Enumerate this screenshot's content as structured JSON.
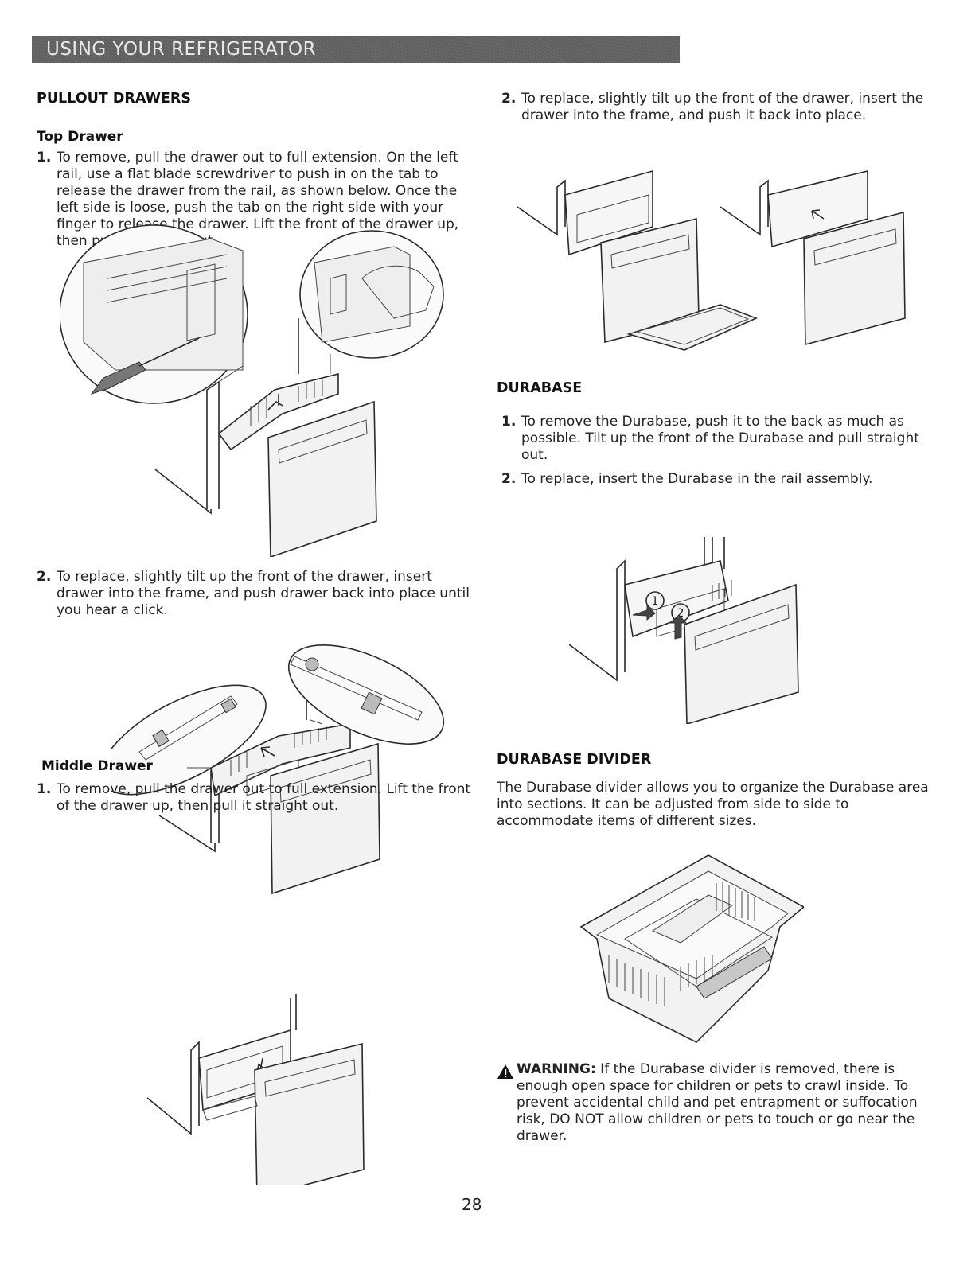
{
  "header": {
    "banner": "USING YOUR REFRIGERATOR"
  },
  "left": {
    "section_title": "PULLOUT DRAWERS",
    "top_drawer": {
      "title": "Top Drawer",
      "step1_num": "1.",
      "step1": "To remove, pull the drawer out to full extension. On the left rail, use a flat blade screwdriver to push in on the tab to release the drawer from the rail, as shown below. Once the left side is loose, push the tab on the right side with your finger to release the drawer. Lift the front of the drawer up, then pull it straight out.",
      "step2_num": "2.",
      "step2": "To replace, slightly tilt up the front of the drawer, insert drawer into the frame, and push drawer back into place until you hear a click."
    },
    "middle_drawer": {
      "title": "Middle Drawer",
      "step1_num": "1.",
      "step1": "To remove, pull the drawer out to full extension. Lift the front of the drawer up, then pull it straight out."
    }
  },
  "right": {
    "middle_step2_num": "2.",
    "middle_step2": "To replace, slightly tilt up the front of the drawer, insert the drawer into the frame, and push it back into place.",
    "durabase": {
      "title": "DURABASE",
      "step1_num": "1.",
      "step1": "To remove the Durabase, push it to the back as much as possible. Tilt up the front of the Durabase and pull straight out.",
      "step2_num": "2.",
      "step2": "To replace, insert the Durabase in the rail assembly.",
      "callout_1": "1",
      "callout_2": "2"
    },
    "divider": {
      "title": "DURABASE DIVIDER",
      "text": "The Durabase divider allows you to organize the Durabase area into sections. It can be adjusted from side to side to accommodate items of different sizes."
    },
    "warning": {
      "label": "WARNING:",
      "text": " If the Durabase divider is removed, there is enough open space for children or pets to crawl inside. To prevent accidental child and pet entrapment or suffocation risk, DO NOT allow children or pets to touch or go near the drawer."
    }
  },
  "footer": {
    "page_number": "28"
  }
}
